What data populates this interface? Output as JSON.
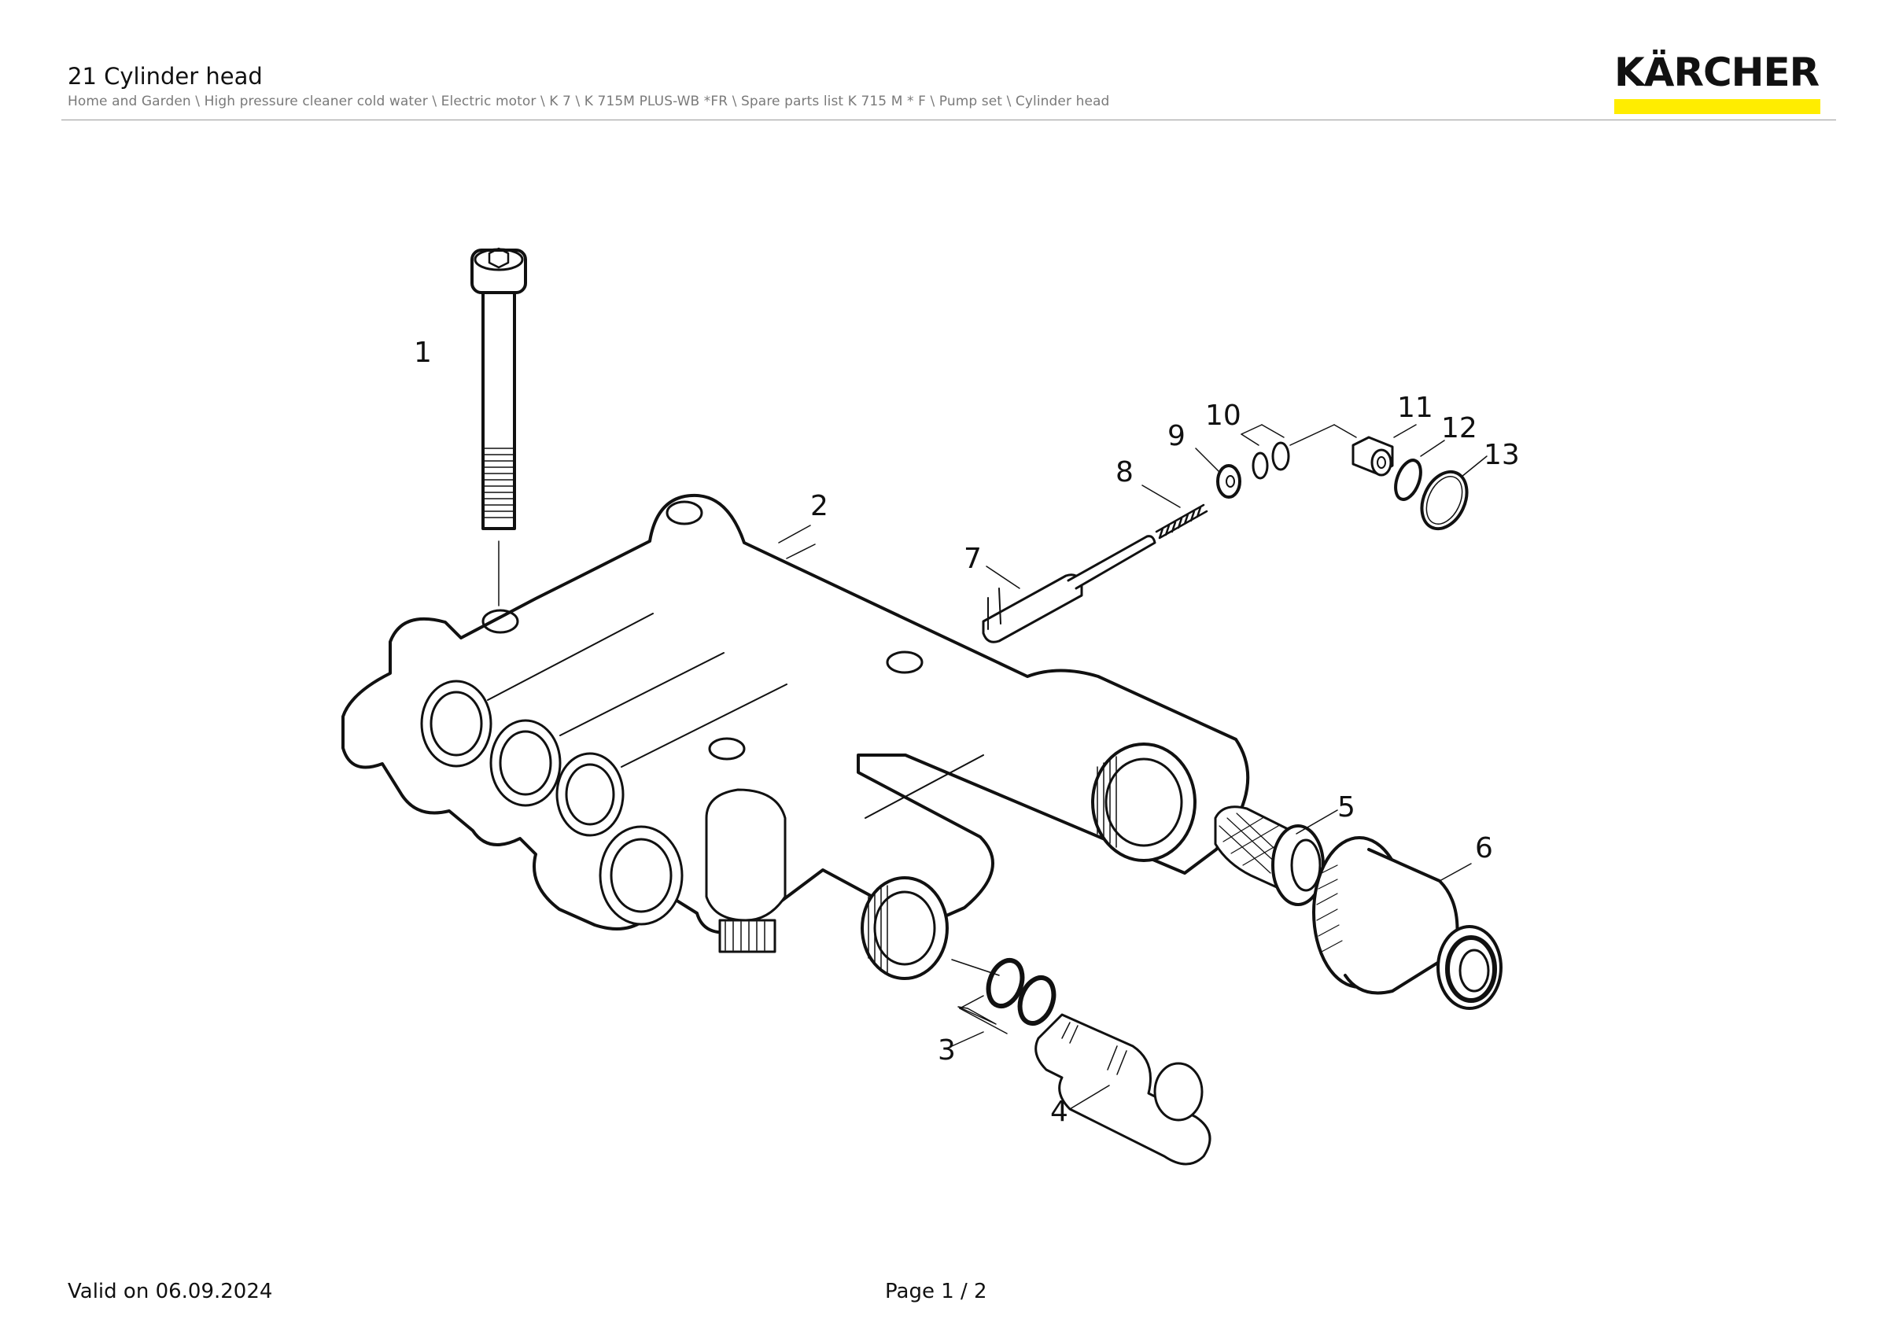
{
  "header": {
    "title": "21 Cylinder head",
    "breadcrumb": "Home and Garden \\ High pressure cleaner cold water \\ Electric motor \\ K 7 \\ K 715M PLUS-WB *FR \\ Spare parts list K 715 M * F \\ Pump set \\ Cylinder head"
  },
  "logo": {
    "text": "KÄRCHER",
    "accent_color": "#ffed00"
  },
  "callouts": {
    "c1": "1",
    "c2": "2",
    "c3": "3",
    "c4": "4",
    "c5": "5",
    "c6": "6",
    "c7": "7",
    "c8": "8",
    "c9": "9",
    "c10": "10",
    "c11": "11",
    "c12": "12",
    "c13": "13"
  },
  "footer": {
    "valid": "Valid on 06.09.2024",
    "page": "Page 1 / 2"
  }
}
